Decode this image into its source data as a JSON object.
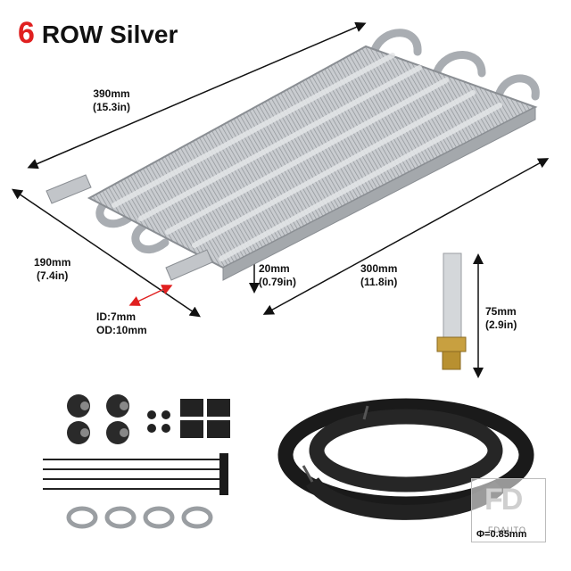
{
  "title": {
    "number": "6",
    "text": "ROW Silver"
  },
  "dimensions": {
    "length": {
      "mm": "390mm",
      "in": "(15.3in)"
    },
    "depth": {
      "mm": "190mm",
      "in": "(7.4in)"
    },
    "thickness": {
      "mm": "20mm",
      "in": "(0.79in)"
    },
    "width": {
      "mm": "300mm",
      "in": "(11.8in)"
    },
    "fitting": {
      "mm": "75mm",
      "in": "(2.9in)"
    },
    "tube_id": "ID:7mm",
    "tube_od": "OD:10mm",
    "phi": "Φ=0.85mm"
  },
  "watermark": {
    "logo": "FD",
    "text": "FDAUTO"
  },
  "colors": {
    "accent_red": "#e02020",
    "cooler_silver": "#b8bcc0",
    "hose_black": "#1a1a1a",
    "brass": "#c8a040"
  }
}
